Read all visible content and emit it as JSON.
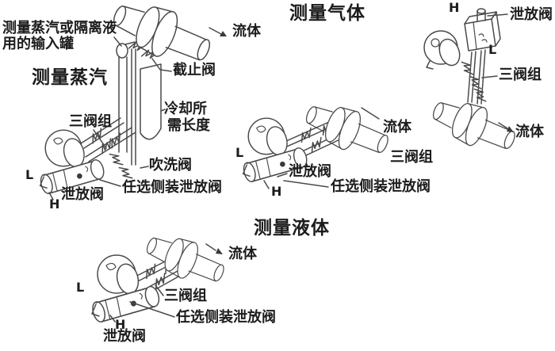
{
  "colors": {
    "background": "#ffffff",
    "line": "#4a4a4a",
    "text": "#1c1c1c"
  },
  "steam": {
    "title": "测量蒸汽",
    "pot_note_line1": "测量蒸汽或隔离液",
    "pot_note_line2": "用的输入罐",
    "fluid_label": "流体",
    "stop_valve_label": "截止阀",
    "cooling_label_line1": "冷却所",
    "cooling_label_line2": "需长度",
    "manifold_label": "三阀组",
    "purge_valve_label": "吹洗阀",
    "side_drain_label": "任选侧装泄放阀",
    "drain_valve_label": "泄放阀",
    "port_low": "L",
    "port_high": "H"
  },
  "gas": {
    "title": "测量气体",
    "lower_unit": {
      "fluid_label": "流体",
      "manifold_label": "三阀组",
      "drain_valve_label": "泄放阀",
      "side_drain_label": "任选侧装泄放阀",
      "port_low": "L",
      "port_high": "H"
    },
    "upper_unit": {
      "fluid_label": "流体",
      "manifold_label": "三阀组",
      "drain_valve_label": "泄放阀",
      "port_low": "L",
      "port_high": "H"
    }
  },
  "liquid": {
    "title": "测量液体",
    "fluid_label": "流体",
    "manifold_label": "三阀组",
    "side_drain_label": "任选侧装泄放阀",
    "drain_valve_label": "泄放阀",
    "port_low": "L",
    "port_high": "H"
  }
}
